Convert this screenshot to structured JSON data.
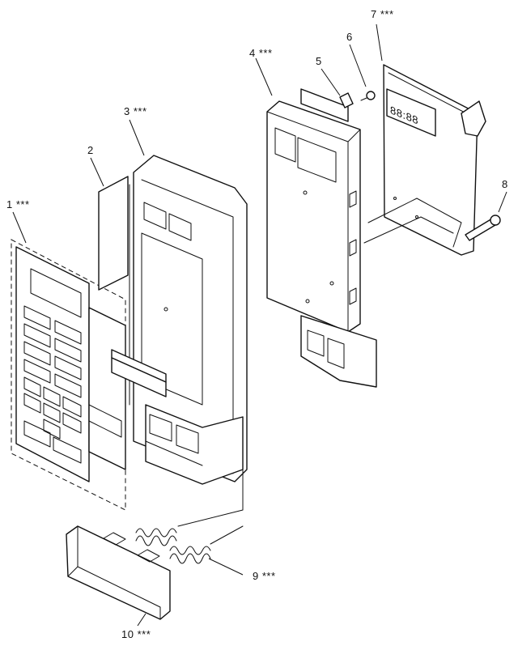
{
  "callouts": [
    {
      "id": "1",
      "text": "1 ***"
    },
    {
      "id": "2",
      "text": "2"
    },
    {
      "id": "3",
      "text": "3 ***"
    },
    {
      "id": "4",
      "text": "4 ***"
    },
    {
      "id": "5",
      "text": "5"
    },
    {
      "id": "6",
      "text": "6"
    },
    {
      "id": "7",
      "text": "7 ***"
    },
    {
      "id": "8",
      "text": "8"
    },
    {
      "id": "9",
      "text": "9 ***"
    },
    {
      "id": "10",
      "text": "10 ***"
    }
  ],
  "display_readout": "88:88"
}
